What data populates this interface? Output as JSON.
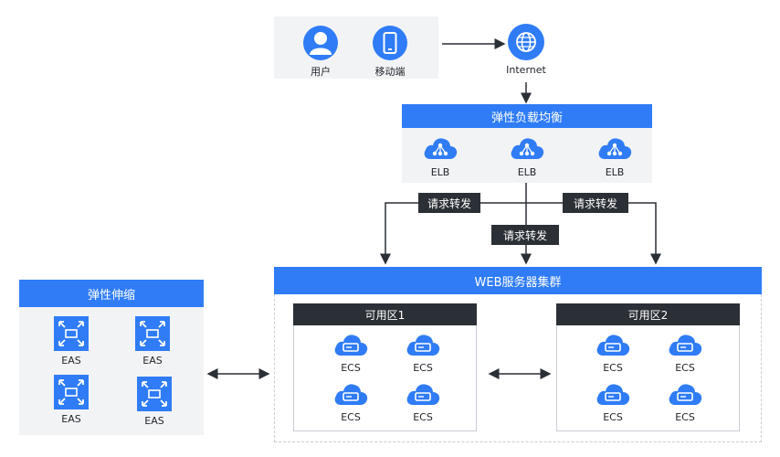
{
  "clients": {
    "user_label": "用户",
    "mobile_label": "移动端",
    "internet_label": "Internet"
  },
  "elb": {
    "title": "弹性负载均衡",
    "nodes": [
      "ELB",
      "ELB",
      "ELB"
    ]
  },
  "forward": {
    "left": "请求转发",
    "center": "请求转发",
    "right": "请求转发"
  },
  "autoscale": {
    "title": "弹性伸缩",
    "nodes": [
      "EAS",
      "EAS",
      "EAS",
      "EAS"
    ]
  },
  "web": {
    "title": "WEB服务器集群",
    "zones": [
      {
        "title": "可用区1",
        "nodes": [
          "ECS",
          "ECS",
          "ECS",
          "ECS"
        ]
      },
      {
        "title": "可用区2",
        "nodes": [
          "ECS",
          "ECS",
          "ECS",
          "ECS"
        ]
      }
    ]
  },
  "colors": {
    "accent": "#2f7cf6",
    "dark": "#2b2f36",
    "panel": "#f2f3f5"
  }
}
